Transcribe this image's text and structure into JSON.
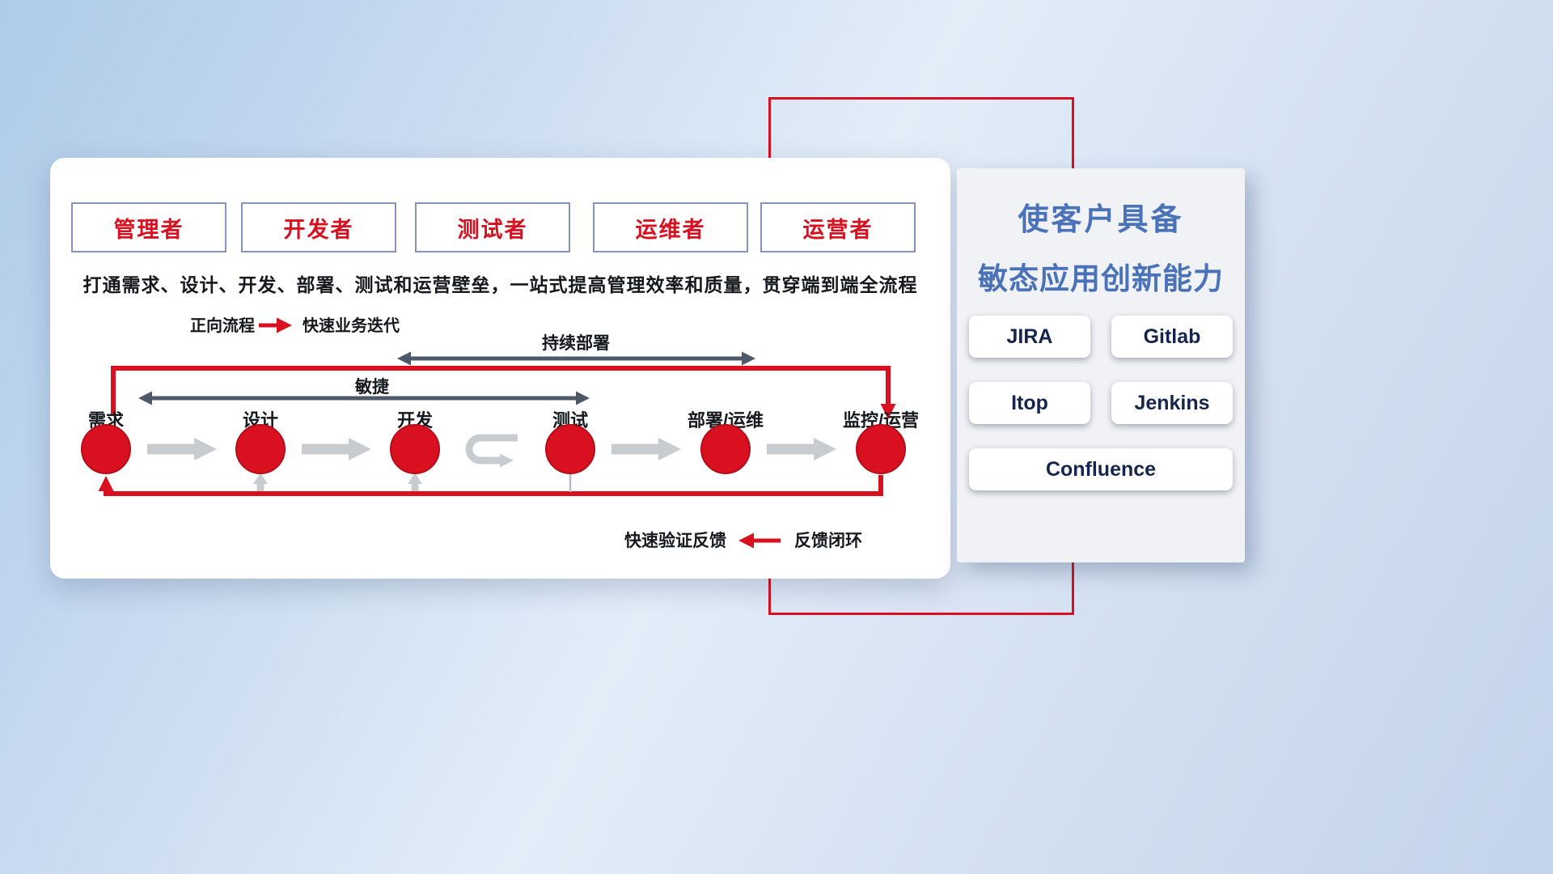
{
  "colors": {
    "accent_red": "#d8101f",
    "arrow_slate": "#4d5868",
    "arrow_gray": "#c8ccd0",
    "title_blue": "#4a72b8",
    "tool_navy": "#15254d"
  },
  "roles": [
    {
      "label": "管理者"
    },
    {
      "label": "开发者"
    },
    {
      "label": "测试者"
    },
    {
      "label": "运维者"
    },
    {
      "label": "运营者"
    }
  ],
  "description": "打通需求、设计、开发、部署、测试和运营壁垒，一站式提高管理效率和质量，贯穿端到端全流程",
  "legend_forward": {
    "label": "正向流程",
    "value": "快速业务迭代"
  },
  "legend_feedback": {
    "label": "快速验证反馈",
    "value": "反馈闭环"
  },
  "flow": {
    "stages": [
      "需求",
      "设计",
      "开发",
      "测试",
      "部署/运维",
      "监控/运营"
    ],
    "agile_label": "敏捷",
    "continuous_deploy_label": "持续部署"
  },
  "right_panel": {
    "title_line1": "使客户具备",
    "title_line2": "敏态应用创新能力",
    "tools": [
      "JIRA",
      "Gitlab",
      "Itop",
      "Jenkins",
      "Confluence"
    ]
  }
}
